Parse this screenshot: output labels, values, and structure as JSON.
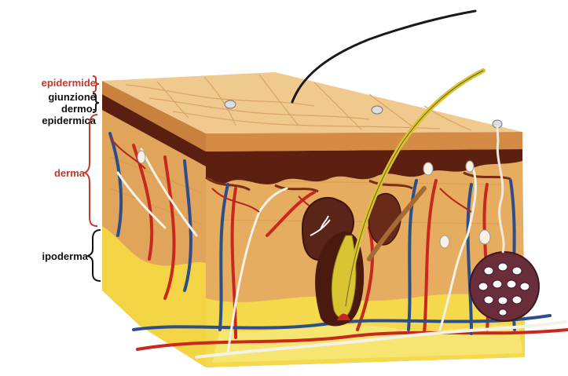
{
  "colors": {
    "red_label": "#c0392b",
    "black_label": "#111111",
    "bracket_red": "#c0392b",
    "bracket_black": "#111111",
    "epidermis_top": "#f0c890",
    "epidermis_side": "#d8964e",
    "junction": "#5a1e0e",
    "dermis": "#e3a85a",
    "hypodermis": "#f4d64a",
    "artery": "#c8281e",
    "vein": "#2c4f8c",
    "nerve": "#f2f0e6",
    "hair": "#1a1a1a",
    "follicle": "#d9c531",
    "gland": "#5b2418"
  },
  "labels": {
    "epidermide": "epidermide",
    "giunzione_1": "giunzione",
    "giunzione_2": "dermo-",
    "giunzione_3": "epidermica",
    "derma": "derma",
    "ipoderma": "ipoderma"
  }
}
